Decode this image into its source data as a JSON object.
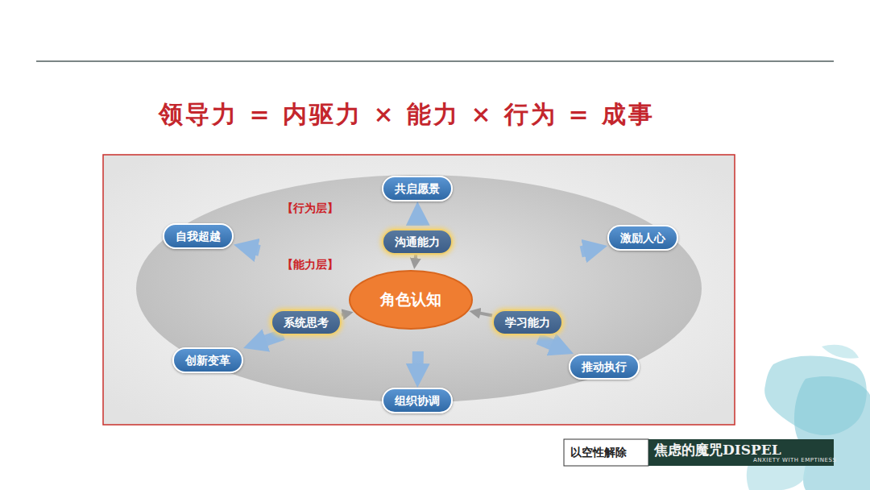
{
  "diagram": {
    "title": "领导力 = 内驱力 × 能力 × 行为 = 成事",
    "nodes": [
      {
        "text": [
          "【行为层】"
        ]
      },
      {
        "text": [
          "共启愿景"
        ],
        "in": 0
      },
      {
        "text": [
          "自我超越"
        ],
        "in": 0
      },
      {
        "text": [
          "激励人心"
        ],
        "in": 0
      },
      {
        "text": [
          "【能力层】"
        ],
        "in": 0
      },
      {
        "text": [
          "沟通能力"
        ],
        "in": 4
      },
      {
        "text": [
          "角色认知"
        ],
        "in": 4
      },
      {
        "text": [
          "系统思考"
        ],
        "in": 4
      },
      {
        "text": [
          "学习能力"
        ],
        "in": 4
      },
      {
        "text": [
          "创新变革"
        ],
        "in": 0
      },
      {
        "text": [
          "推动执行"
        ],
        "in": 0
      },
      {
        "text": [
          "组织协调"
        ],
        "in": 0
      }
    ],
    "edges": [
      {
        "from": 4,
        "to": 1,
        "arrow": "to"
      },
      {
        "from": 4,
        "to": 2,
        "arrow": "to"
      },
      {
        "from": 4,
        "to": 3,
        "arrow": "to"
      },
      {
        "from": 4,
        "to": 9,
        "arrow": "to"
      },
      {
        "from": 4,
        "to": 10,
        "arrow": "to"
      },
      {
        "from": 4,
        "to": 11,
        "arrow": "to"
      },
      {
        "from": 5,
        "to": 6,
        "arrow": "to"
      },
      {
        "from": 7,
        "to": 6,
        "arrow": "to"
      },
      {
        "from": 8,
        "to": 6,
        "arrow": "to"
      }
    ],
    "labels": [
      "以空性解除",
      "焦虑的魔咒DISPEL",
      "ANXIETY WITH EMPTINESS"
    ]
  }
}
